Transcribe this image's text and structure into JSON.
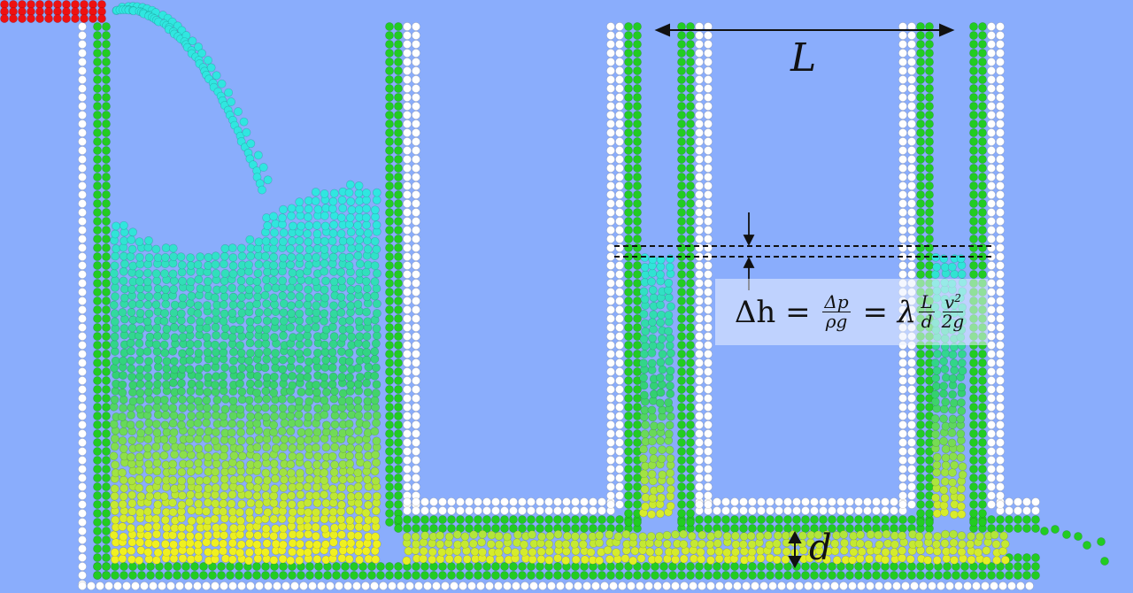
{
  "annotations": {
    "length_label": "L",
    "diameter_label": "d"
  },
  "formula": {
    "lhs": "Δh",
    "eq": " = ",
    "frac1_num": "Δp",
    "frac1_den": "ρg",
    "eq2": " = ",
    "lambda": "λ",
    "frac2_num": "L",
    "frac2_den": "d",
    "frac3_num": "v",
    "frac3_num_sup": "2",
    "frac3_den": "2g"
  },
  "colors": {
    "background": "#8aadfc",
    "wall_inner": "#22cc22",
    "wall_outer": "#ffffff",
    "source": "#ee1111",
    "fluid_top": "#30e6e0",
    "fluid_mid": "#33d070",
    "fluid_bottom": "#f0f020"
  }
}
